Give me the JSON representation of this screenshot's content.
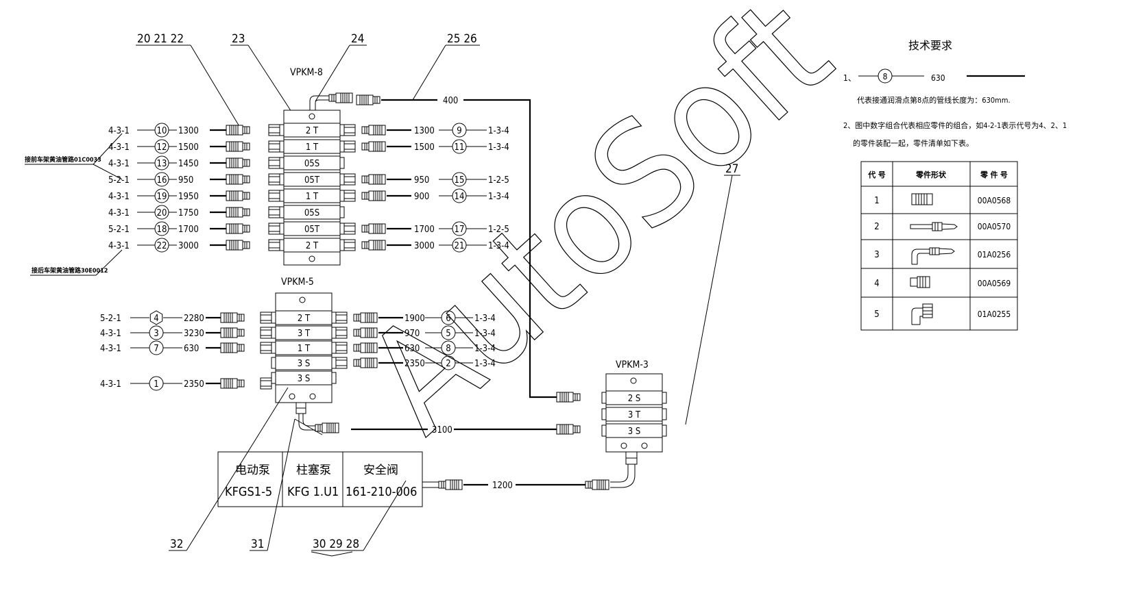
{
  "callouts": {
    "c202122": "20 21 22",
    "c23": "23",
    "c24": "24",
    "c2526": "25 26",
    "c27": "27",
    "c32": "32",
    "c31": "31",
    "c302928": "30 29 28"
  },
  "distributors": {
    "vpkm8": {
      "name": "VPKM-8",
      "sections": [
        "2 T",
        "1 T",
        "05S",
        "05T",
        "1 T",
        "05S",
        "05T",
        "2 T"
      ],
      "top_out_length": "400"
    },
    "vpkm5": {
      "name": "VPKM-5",
      "sections": [
        "2 T",
        "3 T",
        "1 T",
        "3 S",
        "3 S"
      ]
    },
    "vpkm3": {
      "name": "VPKM-3",
      "sections": [
        "2 S",
        "3 T",
        "3 S"
      ]
    }
  },
  "vpkm8_left": [
    {
      "code": "4-3-1",
      "point": "10",
      "length": "1300"
    },
    {
      "code": "4-3-1",
      "point": "12",
      "length": "1500"
    },
    {
      "code": "4-3-1",
      "point": "13",
      "length": "1450"
    },
    {
      "code": "5-2-1",
      "point": "16",
      "length": "950"
    },
    {
      "code": "4-3-1",
      "point": "19",
      "length": "1950"
    },
    {
      "code": "4-3-1",
      "point": "20",
      "length": "1750"
    },
    {
      "code": "5-2-1",
      "point": "18",
      "length": "1700"
    },
    {
      "code": "4-3-1",
      "point": "22",
      "length": "3000"
    }
  ],
  "vpkm8_right": [
    {
      "row": 0,
      "length": "1300",
      "point": "9",
      "code": "1-3-4"
    },
    {
      "row": 1,
      "length": "1500",
      "point": "11",
      "code": "1-3-4"
    },
    {
      "row": 3,
      "length": "950",
      "point": "15",
      "code": "1-2-5"
    },
    {
      "row": 4,
      "length": "900",
      "point": "14",
      "code": "1-3-4"
    },
    {
      "row": 6,
      "length": "1700",
      "point": "17",
      "code": "1-2-5"
    },
    {
      "row": 7,
      "length": "3000",
      "point": "21",
      "code": "1-3-4"
    }
  ],
  "side_notes": {
    "front": "接前车架黄油管路01C0033",
    "rear": "接后车架黄油管路30E0012"
  },
  "vpkm5_left": [
    {
      "row": 0,
      "code": "5-2-1",
      "point": "4",
      "length": "2280"
    },
    {
      "row": 1,
      "code": "4-3-1",
      "point": "3",
      "length": "3230"
    },
    {
      "row": 2,
      "code": "4-3-1",
      "point": "7",
      "length": "630"
    },
    {
      "row": 4,
      "code": "4-3-1",
      "point": "1",
      "length": "2350"
    }
  ],
  "vpkm5_right": [
    {
      "row": 0,
      "length": "1900",
      "point": "6",
      "code": "1-3-4"
    },
    {
      "row": 1,
      "length": "970",
      "point": "5",
      "code": "1-3-4"
    },
    {
      "row": 2,
      "length": "630",
      "point": "8",
      "code": "1-3-4"
    },
    {
      "row": 3,
      "length": "2350",
      "point": "2",
      "code": "1-3-4"
    }
  ],
  "pipes": {
    "p3100": "3100",
    "p1200": "1200"
  },
  "pump": {
    "cells": [
      {
        "title": "电动泵",
        "model": "KFGS1-5"
      },
      {
        "title": "柱塞泵",
        "model": "KFG 1.U1"
      },
      {
        "title": "安全阀",
        "model": "161-210-006"
      }
    ]
  },
  "tech": {
    "title": "技术要求",
    "item1_num": "1、",
    "item1_point": "8",
    "item1_length": "630",
    "item1_desc": "代表接通润滑点第8点的管线长度为：630mm.",
    "item2_line1": "2、图中数字组合代表相应零件的组合，如4-2-1表示代号为4、2、1",
    "item2_line2": "的零件装配一起，零件清单如下表。"
  },
  "parts_table": {
    "headers": [
      "代 号",
      "零件形状",
      "零 件 号"
    ],
    "rows": [
      {
        "code": "1",
        "shape": "straight-fitting",
        "part": "00A0568"
      },
      {
        "code": "2",
        "shape": "tube-connector",
        "part": "00A0570"
      },
      {
        "code": "3",
        "shape": "elbow-tube",
        "part": "01A0256"
      },
      {
        "code": "4",
        "shape": "small-fitting",
        "part": "00A0569"
      },
      {
        "code": "5",
        "shape": "elbow-fitting",
        "part": "01A0255"
      }
    ]
  },
  "watermark": "AutoSoft"
}
